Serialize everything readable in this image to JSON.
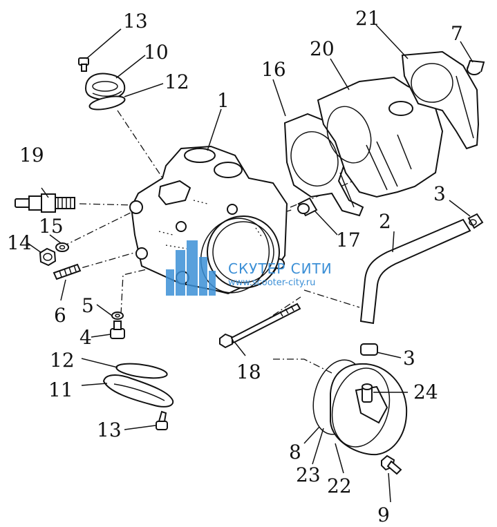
{
  "diagram": {
    "labels": {
      "p1": "1",
      "p2": "2",
      "p3a": "3",
      "p3b": "3",
      "p4": "4",
      "p5": "5",
      "p6": "6",
      "p7": "7",
      "p8": "8",
      "p9": "9",
      "p10": "10",
      "p11": "11",
      "p12a": "12",
      "p12b": "12",
      "p13a": "13",
      "p13b": "13",
      "p14": "14",
      "p15": "15",
      "p16": "16",
      "p17": "17",
      "p18": "18",
      "p19": "19",
      "p20": "20",
      "p21": "21",
      "p22": "22",
      "p23": "23",
      "p24": "24"
    },
    "watermark": {
      "title": "СКУТЕР СИТИ",
      "url": "www.scooter-city.ru",
      "color": "#3b8fd6"
    }
  }
}
